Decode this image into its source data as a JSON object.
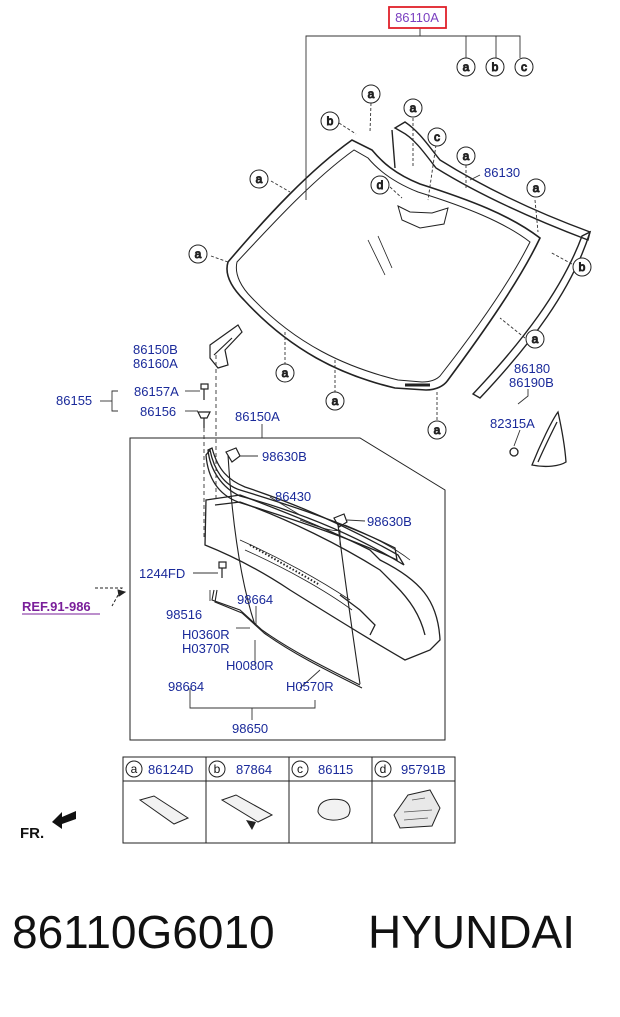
{
  "diagram": {
    "callouts": {
      "main_part": "86110A",
      "molding_top": "86130",
      "bracket_b": "86150B",
      "bracket_a_side": "86160A",
      "clip_group": "86155",
      "bolt": "86157A",
      "grommet": "86156",
      "cowl_panel": "86150A",
      "nozzle_b1": "98630B",
      "nozzle_b2": "98630B",
      "seal": "86430",
      "screw": "1244FD",
      "ref": "REF.91-986",
      "hose_clip": "98516",
      "hose_r1": "H0360R",
      "hose_r2": "H0370R",
      "hose_r3": "H0080R",
      "hose_r4": "H0570R",
      "hose_a": "98664",
      "hose_b": "98664",
      "hose_assy": "98650",
      "side_molding_1": "86180",
      "side_molding_2": "86190B",
      "trim_piece": "82315A"
    },
    "circle_letters": [
      "a",
      "b",
      "c",
      "d"
    ],
    "legend": [
      {
        "letter": "a",
        "part": "86124D"
      },
      {
        "letter": "b",
        "part": "87864"
      },
      {
        "letter": "c",
        "part": "86115"
      },
      {
        "letter": "d",
        "part": "95791B"
      }
    ],
    "direction_label": "FR."
  },
  "footer": {
    "part_number": "86110G6010",
    "brand": "HYUNDAI"
  },
  "colors": {
    "label_blue": "#1a2a9a",
    "highlight_red": "#e0202a",
    "ref_purple": "#7a1f9a"
  }
}
